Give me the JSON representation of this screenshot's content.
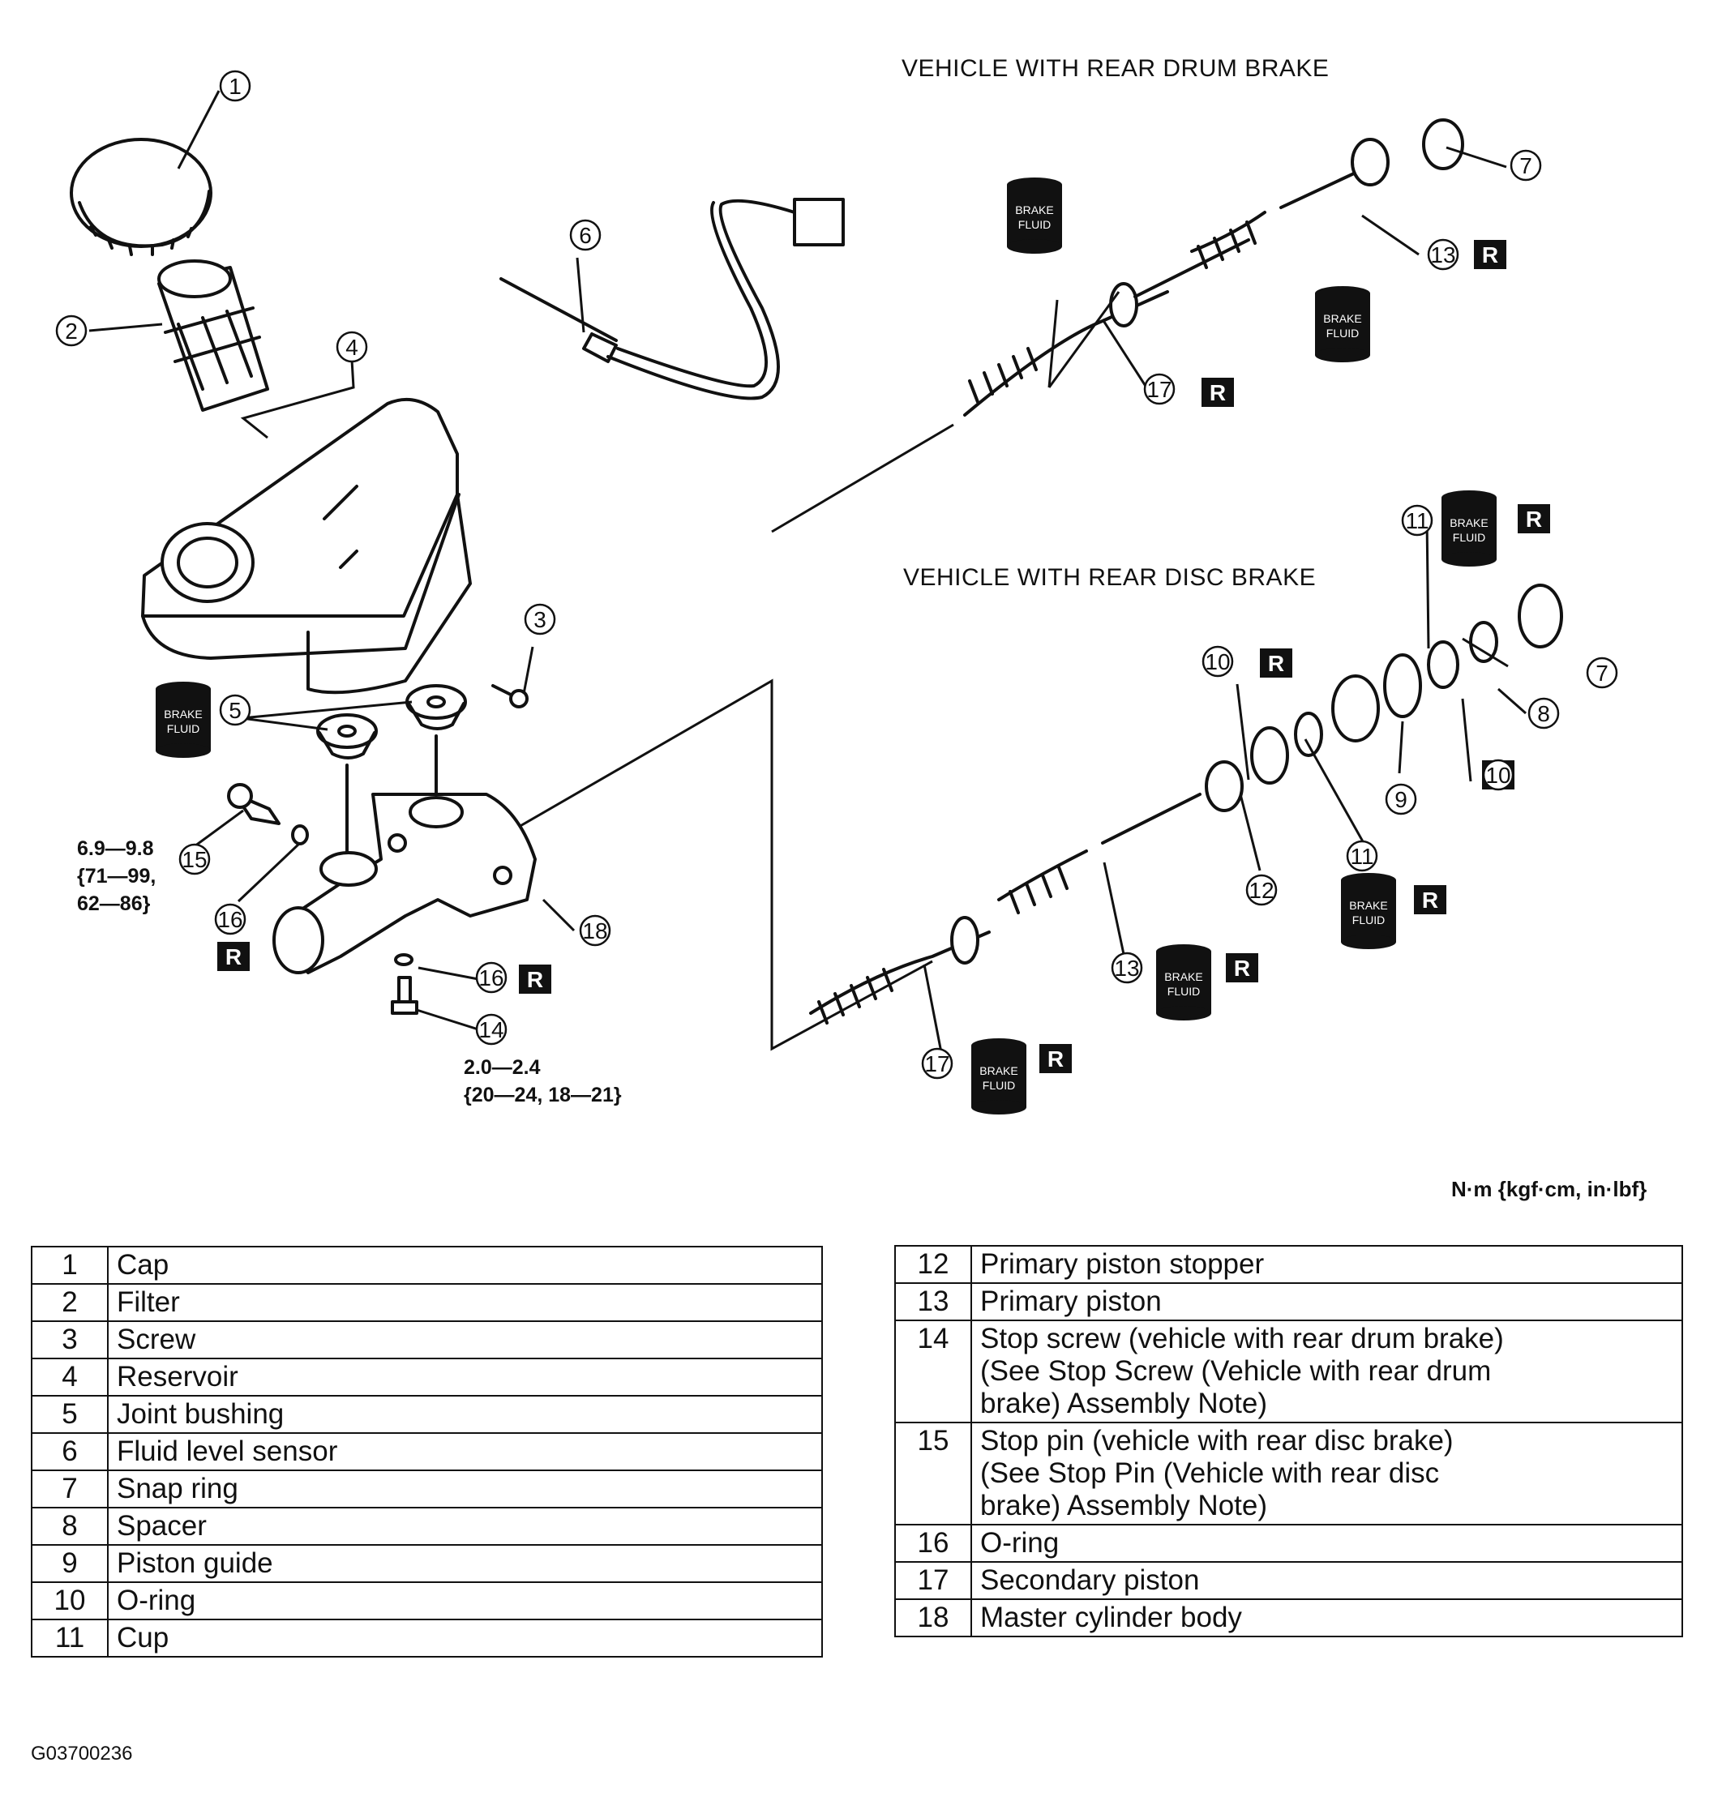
{
  "diagram": {
    "heading_drum": "VEHICLE WITH REAR DRUM BRAKE",
    "heading_disc": "VEHICLE WITH REAR DISC BRAKE",
    "badge_r": "R",
    "brake_fluid_line1": "BRAKE",
    "brake_fluid_line2": "FLUID",
    "callouts": [
      "1",
      "2",
      "3",
      "4",
      "5",
      "6",
      "7",
      "8",
      "9",
      "10",
      "11",
      "12",
      "13",
      "14",
      "15",
      "16",
      "17",
      "18"
    ],
    "spec_stop_pin": [
      "6.9—9.8",
      "{71—99,",
      "62—86}"
    ],
    "spec_stop_screw": [
      "2.0—2.4",
      "{20—24, 18—21}"
    ],
    "units": "N·m {kgf·cm, in·lbf}"
  },
  "legend": {
    "left": [
      {
        "num": "1",
        "desc": "Cap"
      },
      {
        "num": "2",
        "desc": "Filter"
      },
      {
        "num": "3",
        "desc": "Screw"
      },
      {
        "num": "4",
        "desc": "Reservoir"
      },
      {
        "num": "5",
        "desc": "Joint bushing"
      },
      {
        "num": "6",
        "desc": "Fluid level sensor"
      },
      {
        "num": "7",
        "desc": "Snap ring"
      },
      {
        "num": "8",
        "desc": "Spacer"
      },
      {
        "num": "9",
        "desc": "Piston guide"
      },
      {
        "num": "10",
        "desc": "O-ring"
      },
      {
        "num": "11",
        "desc": "Cup"
      }
    ],
    "right": [
      {
        "num": "12",
        "desc": "Primary piston stopper"
      },
      {
        "num": "13",
        "desc": "Primary piston"
      },
      {
        "num": "14",
        "desc": "Stop screw (vehicle with rear drum brake)\n(See Stop Screw (Vehicle with rear drum\nbrake) Assembly Note)"
      },
      {
        "num": "15",
        "desc": "Stop pin (vehicle with rear disc brake)\n(See Stop Pin (Vehicle with rear disc\nbrake) Assembly Note)"
      },
      {
        "num": "16",
        "desc": "O-ring"
      },
      {
        "num": "17",
        "desc": "Secondary piston"
      },
      {
        "num": "18",
        "desc": "Master cylinder body"
      }
    ]
  },
  "figure_id": "G03700236"
}
